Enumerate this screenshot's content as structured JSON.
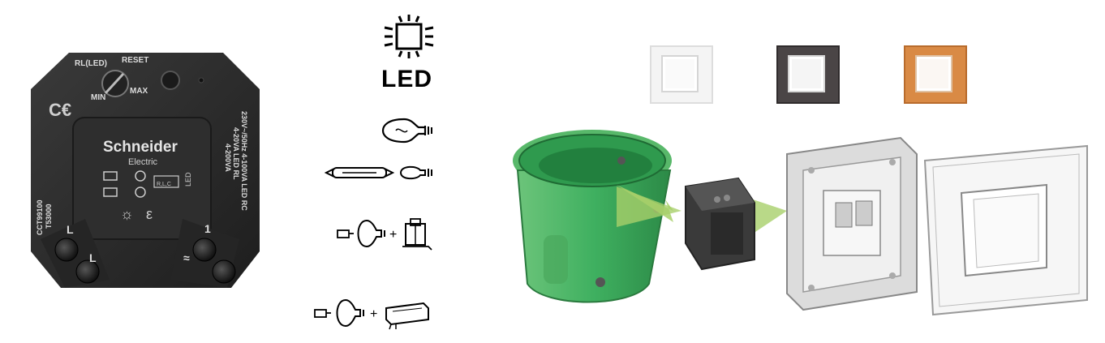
{
  "device": {
    "brand": "Schneider",
    "brand_sub": "Electric",
    "knob_labels": {
      "rl_led": "RL(LED)",
      "reset": "RESET",
      "min": "MIN",
      "max": "MAX"
    },
    "spec_lines": [
      "230V~/50Hz 4-100VA LED RC",
      "4-20VA LED RL",
      "4-200VA"
    ],
    "model_lines": [
      "CCT99100",
      "T53000"
    ],
    "rlc_label": "R,L,C",
    "led_small": "LED",
    "terminal_left": "L",
    "terminal_left2": "L",
    "terminal_right": "1",
    "terminal_right2": "≈"
  },
  "icons": {
    "led_label": "LED"
  },
  "colors": {
    "device_body": "#2b2b2b",
    "box_green": "#3fb060",
    "arrow_green": "#a8d06a",
    "frame_white": "#f2f2f2",
    "frame_anthracite": "#4a4546",
    "frame_wood": "#d98a45"
  }
}
